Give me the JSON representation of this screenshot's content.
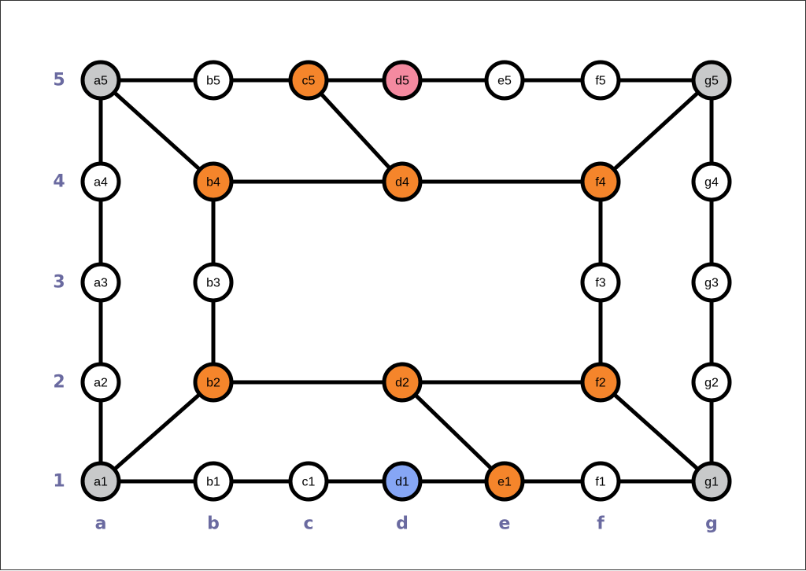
{
  "colors": {
    "default": "#ffffff",
    "corner": "#c8c9ca",
    "path": "#f5852b",
    "target": "#f48aa0",
    "start": "#86a6f5",
    "axis_text": "#6a6aa0"
  },
  "columns": [
    "a",
    "b",
    "c",
    "d",
    "e",
    "f",
    "g"
  ],
  "rows": [
    "1",
    "2",
    "3",
    "4",
    "5"
  ],
  "nodes": [
    {
      "id": "a5",
      "col": 0,
      "row": 4,
      "state": "corner"
    },
    {
      "id": "b5",
      "col": 1,
      "row": 4,
      "state": "default"
    },
    {
      "id": "c5",
      "col": 2,
      "row": 4,
      "state": "path"
    },
    {
      "id": "d5",
      "col": 3,
      "row": 4,
      "state": "target"
    },
    {
      "id": "e5",
      "col": 4,
      "row": 4,
      "state": "default"
    },
    {
      "id": "f5",
      "col": 5,
      "row": 4,
      "state": "default"
    },
    {
      "id": "g5",
      "col": 6,
      "row": 4,
      "state": "corner"
    },
    {
      "id": "a4",
      "col": 0,
      "row": 3,
      "state": "default"
    },
    {
      "id": "b4",
      "col": 1,
      "row": 3,
      "state": "path"
    },
    {
      "id": "d4",
      "col": 3,
      "row": 3,
      "state": "path"
    },
    {
      "id": "f4",
      "col": 5,
      "row": 3,
      "state": "path"
    },
    {
      "id": "g4",
      "col": 6,
      "row": 3,
      "state": "default"
    },
    {
      "id": "a3",
      "col": 0,
      "row": 2,
      "state": "default"
    },
    {
      "id": "b3",
      "col": 1,
      "row": 2,
      "state": "default"
    },
    {
      "id": "f3",
      "col": 5,
      "row": 2,
      "state": "default"
    },
    {
      "id": "g3",
      "col": 6,
      "row": 2,
      "state": "default"
    },
    {
      "id": "a2",
      "col": 0,
      "row": 1,
      "state": "default"
    },
    {
      "id": "b2",
      "col": 1,
      "row": 1,
      "state": "path"
    },
    {
      "id": "d2",
      "col": 3,
      "row": 1,
      "state": "path"
    },
    {
      "id": "f2",
      "col": 5,
      "row": 1,
      "state": "path"
    },
    {
      "id": "g2",
      "col": 6,
      "row": 1,
      "state": "default"
    },
    {
      "id": "a1",
      "col": 0,
      "row": 0,
      "state": "corner"
    },
    {
      "id": "b1",
      "col": 1,
      "row": 0,
      "state": "default"
    },
    {
      "id": "c1",
      "col": 2,
      "row": 0,
      "state": "default"
    },
    {
      "id": "d1",
      "col": 3,
      "row": 0,
      "state": "start"
    },
    {
      "id": "e1",
      "col": 4,
      "row": 0,
      "state": "path"
    },
    {
      "id": "f1",
      "col": 5,
      "row": 0,
      "state": "default"
    },
    {
      "id": "g1",
      "col": 6,
      "row": 0,
      "state": "corner"
    }
  ],
  "edges": [
    [
      "a5",
      "b5"
    ],
    [
      "b5",
      "c5"
    ],
    [
      "c5",
      "d5"
    ],
    [
      "d5",
      "e5"
    ],
    [
      "e5",
      "f5"
    ],
    [
      "f5",
      "g5"
    ],
    [
      "a5",
      "a4"
    ],
    [
      "a4",
      "a3"
    ],
    [
      "a3",
      "a2"
    ],
    [
      "a2",
      "a1"
    ],
    [
      "g5",
      "g4"
    ],
    [
      "g4",
      "g3"
    ],
    [
      "g3",
      "g2"
    ],
    [
      "g2",
      "g1"
    ],
    [
      "a1",
      "b1"
    ],
    [
      "b1",
      "c1"
    ],
    [
      "c1",
      "d1"
    ],
    [
      "d1",
      "e1"
    ],
    [
      "e1",
      "f1"
    ],
    [
      "f1",
      "g1"
    ],
    [
      "a5",
      "b4"
    ],
    [
      "c5",
      "d4"
    ],
    [
      "g5",
      "f4"
    ],
    [
      "b4",
      "d4"
    ],
    [
      "d4",
      "f4"
    ],
    [
      "b4",
      "b3"
    ],
    [
      "b3",
      "b2"
    ],
    [
      "f4",
      "f3"
    ],
    [
      "f3",
      "f2"
    ],
    [
      "b2",
      "d2"
    ],
    [
      "d2",
      "f2"
    ],
    [
      "a1",
      "b2"
    ],
    [
      "d2",
      "e1"
    ],
    [
      "f2",
      "g1"
    ]
  ]
}
